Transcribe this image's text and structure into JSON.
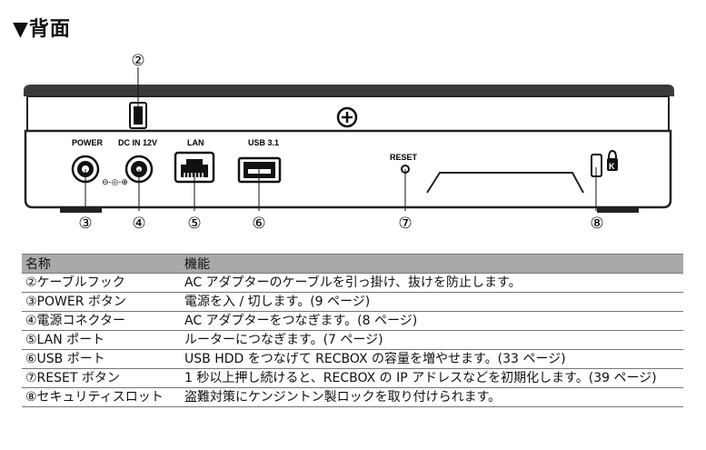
{
  "heading": "▼背面",
  "diagram": {
    "port_labels": {
      "power": "POWER",
      "dc_in": "DC IN 12V",
      "lan": "LAN",
      "usb": "USB 3.1",
      "reset": "RESET"
    },
    "callouts": [
      "②",
      "③",
      "④",
      "⑤",
      "⑥",
      "⑦",
      "⑧"
    ]
  },
  "table": {
    "headers": [
      "名称",
      "機能"
    ],
    "rows": [
      {
        "name": "②ケーブルフック",
        "desc": "AC アダプターのケーブルを引っ掛け、抜けを防止します。"
      },
      {
        "name": "③POWER ボタン",
        "desc": "電源を入 / 切します。(9 ページ)"
      },
      {
        "name": "④電源コネクター",
        "desc": "AC アダプターをつなぎます。(8 ページ)"
      },
      {
        "name": "⑤LAN ポート",
        "desc": "ルーターにつなぎます。(7 ページ)"
      },
      {
        "name": "⑥USB ポート",
        "desc": "USB HDD をつなげて RECBOX の容量を増やせます。(33 ページ)"
      },
      {
        "name": "⑦RESET ボタン",
        "desc": "1 秒以上押し続けると、RECBOX の IP アドレスなどを初期化します。(39 ページ)"
      },
      {
        "name": "⑧セキュリティスロット",
        "desc": "盗難対策にケンジントン製ロックを取り付けられます。"
      }
    ]
  }
}
